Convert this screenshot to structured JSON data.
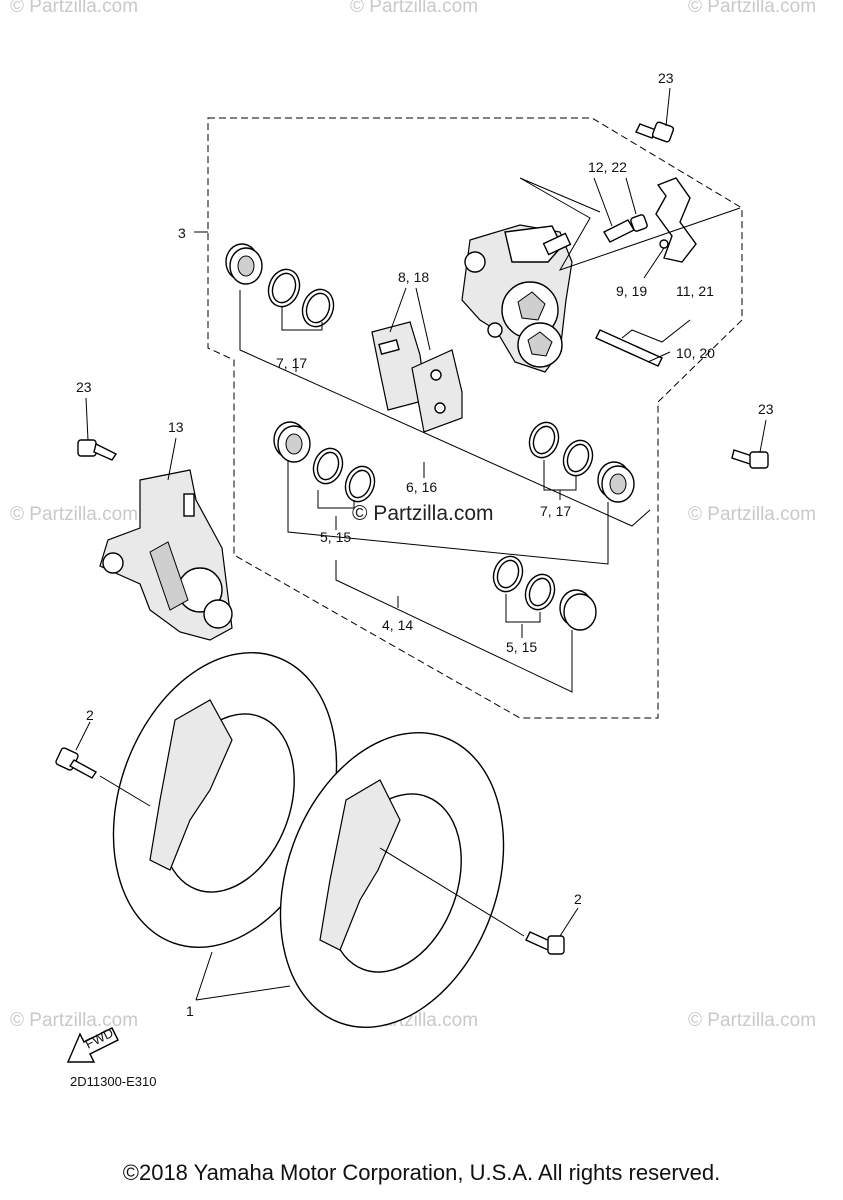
{
  "callouts": {
    "c1": "1",
    "c2a": "2",
    "c2b": "2",
    "c3": "3",
    "c4_14": "4, 14",
    "c5_15a": "5, 15",
    "c5_15b": "5, 15",
    "c6_16": "6, 16",
    "c7_17a": "7, 17",
    "c7_17b": "7, 17",
    "c8_18": "8, 18",
    "c9_19": "9, 19",
    "c10_20": "10, 20",
    "c11_21": "11, 21",
    "c12_22": "12, 22",
    "c13": "13",
    "c23a": "23",
    "c23b": "23",
    "c23c": "23"
  },
  "fwd_label": "FWD",
  "diagram_code": "2D11300-E310",
  "watermark": {
    "main": "© Partzilla.com",
    "repeat": "© Partzilla.com"
  },
  "copyright": "©2018 Yamaha Motor Corporation, U.S.A. All rights reserved."
}
